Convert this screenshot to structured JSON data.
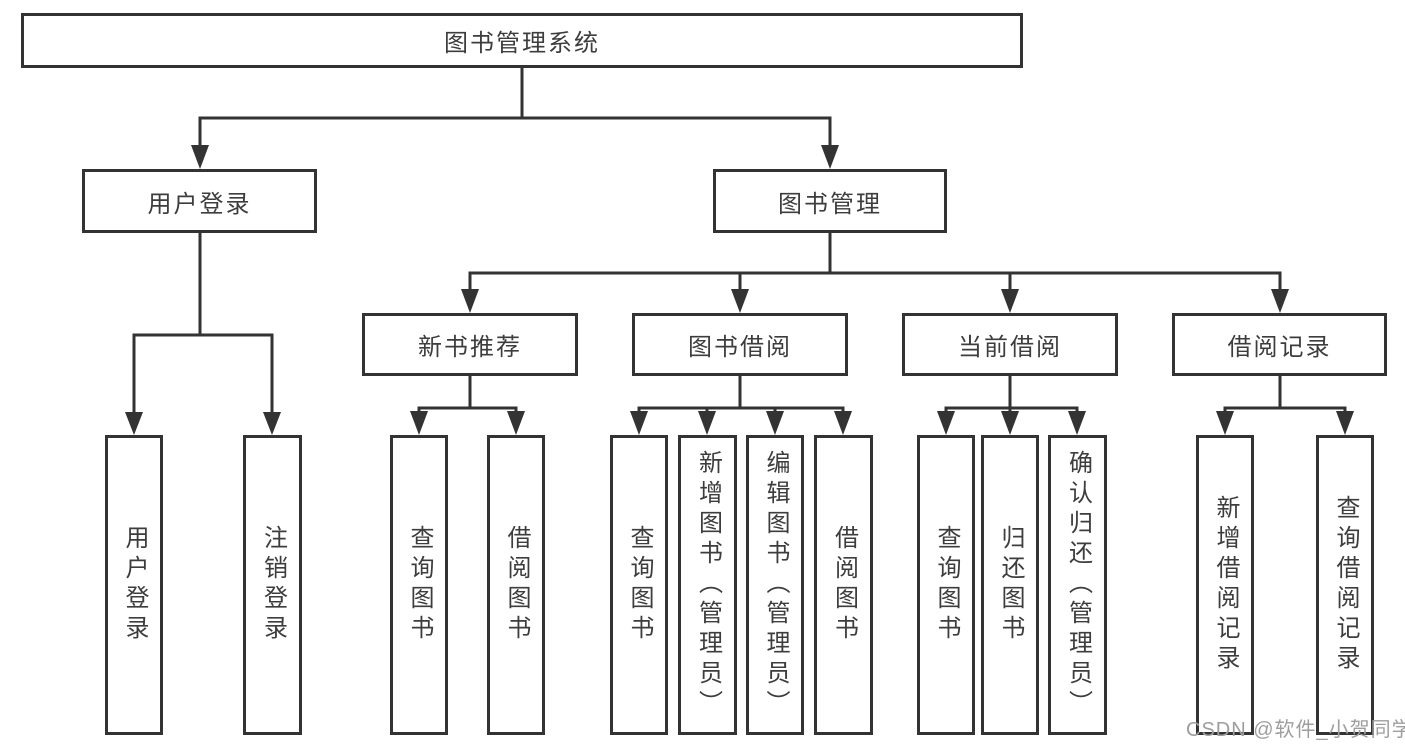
{
  "colors": {
    "line": "#333333",
    "text": "#3d3d3d",
    "box-bg": "#ffffff",
    "page-bg": "#ffffff",
    "watermark": "#9e9e9e"
  },
  "watermark": {
    "text": "CSDN @软件_小贺同学"
  },
  "diagram": {
    "root": {
      "label": "图书管理系统"
    },
    "children": [
      {
        "label": "用户登录",
        "children": [
          {
            "label": "用户登录"
          },
          {
            "label": "注销登录"
          }
        ]
      },
      {
        "label": "图书管理",
        "children": [
          {
            "label": "新书推荐",
            "children": [
              {
                "label": "查询图书"
              },
              {
                "label": "借阅图书"
              }
            ]
          },
          {
            "label": "图书借阅",
            "children": [
              {
                "label": "查询图书"
              },
              {
                "label": "新增图书（管理员）"
              },
              {
                "label": "编辑图书（管理员）"
              },
              {
                "label": "借阅图书"
              }
            ]
          },
          {
            "label": "当前借阅",
            "children": [
              {
                "label": "查询图书"
              },
              {
                "label": "归还图书"
              },
              {
                "label": "确认归还（管理员）"
              }
            ]
          },
          {
            "label": "借阅记录",
            "children": [
              {
                "label": "新增借阅记录"
              },
              {
                "label": "查询借阅记录"
              }
            ]
          }
        ]
      }
    ]
  }
}
